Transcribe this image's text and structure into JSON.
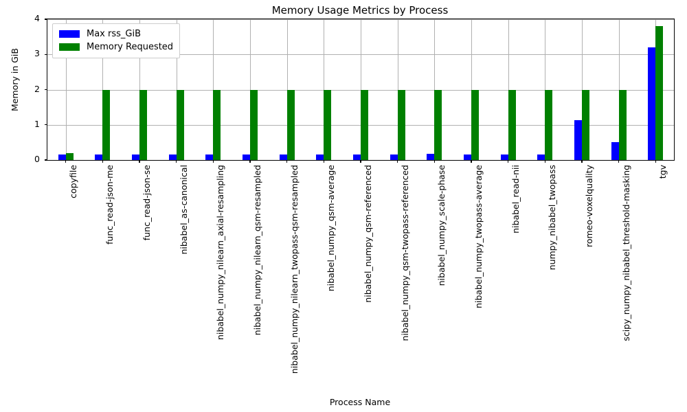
{
  "chart_data": {
    "type": "bar",
    "title": "Memory Usage Metrics by Process",
    "xlabel": "Process Name",
    "ylabel": "Memory in GiB",
    "ylim": [
      0,
      4
    ],
    "yticks": [
      0,
      1,
      2,
      3,
      4
    ],
    "grid": true,
    "legend_position": "upper left",
    "categories": [
      "copyfile",
      "func_read-json-me",
      "func_read-json-se",
      "nibabel_as-canonical",
      "nibabel_numpy_nilearn_axial-resampling",
      "nibabel_numpy_nilearn_qsm-resampled",
      "nibabel_numpy_nilearn_twopass-qsm-resampled",
      "nibabel_numpy_qsm-average",
      "nibabel_numpy_qsm-referenced",
      "nibabel_numpy_qsm-twopass-referenced",
      "nibabel_numpy_scale-phase",
      "nibabel_numpy_twopass-average",
      "nibabel_read-nii",
      "numpy_nibabel_twopass",
      "romeo-voxelquality",
      "scipy_numpy_nibabel_threshold-masking",
      "tgv"
    ],
    "series": [
      {
        "name": "Max rss_GiB",
        "color": "#0000ff",
        "values": [
          0.15,
          0.15,
          0.15,
          0.15,
          0.15,
          0.15,
          0.15,
          0.15,
          0.15,
          0.15,
          0.17,
          0.15,
          0.15,
          0.15,
          1.13,
          0.5,
          3.2
        ]
      },
      {
        "name": "Memory Requested",
        "color": "#008000",
        "values": [
          0.2,
          2.0,
          2.0,
          2.0,
          2.0,
          2.0,
          2.0,
          2.0,
          2.0,
          2.0,
          2.0,
          2.0,
          2.0,
          2.0,
          2.0,
          2.0,
          3.8
        ]
      }
    ]
  }
}
